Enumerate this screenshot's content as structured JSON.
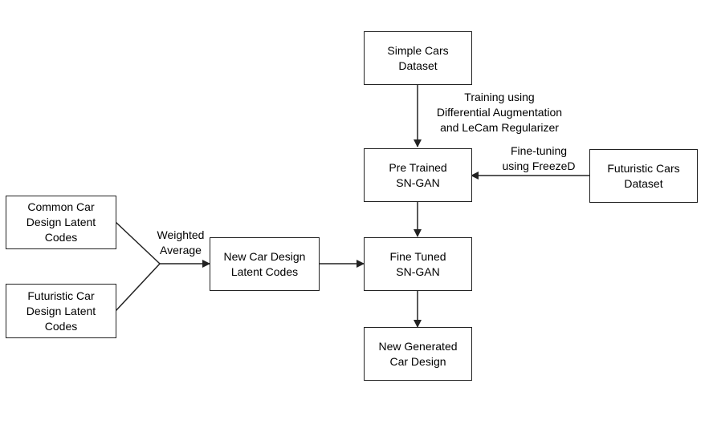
{
  "nodes": {
    "simple_cars": "Simple Cars\nDataset",
    "pretrained": "Pre Trained\nSN-GAN",
    "futuristic_cars": "Futuristic Cars\nDataset",
    "common_codes": "Common Car\nDesign Latent\nCodes",
    "futuristic_codes": "Futuristic Car\nDesign Latent\nCodes",
    "new_codes": "New Car Design\nLatent Codes",
    "finetuned": "Fine Tuned\nSN-GAN",
    "generated": "New Generated\nCar Design"
  },
  "edges": {
    "training": "Training using\nDifferential Augmentation\nand LeCam Regularizer",
    "finetuning": "Fine-tuning\nusing FreezeD",
    "weighted": "Weighted\nAverage"
  }
}
